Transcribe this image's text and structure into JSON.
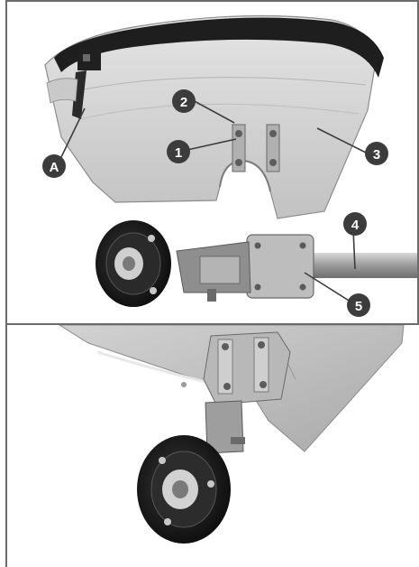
{
  "figure": {
    "callouts": [
      {
        "id": "A",
        "label": "A"
      },
      {
        "id": "1",
        "label": "1"
      },
      {
        "id": "2",
        "label": "2"
      },
      {
        "id": "3",
        "label": "3"
      },
      {
        "id": "4",
        "label": "4"
      },
      {
        "id": "5",
        "label": "5"
      }
    ],
    "colors": {
      "frame": "#6b6b6b",
      "callout_fill": "#3c3c3c",
      "guard_light": "#d6d6d6",
      "guard_rim": "#1e1e1e",
      "metal": "#a8a8a8",
      "disc": "#161616"
    }
  }
}
